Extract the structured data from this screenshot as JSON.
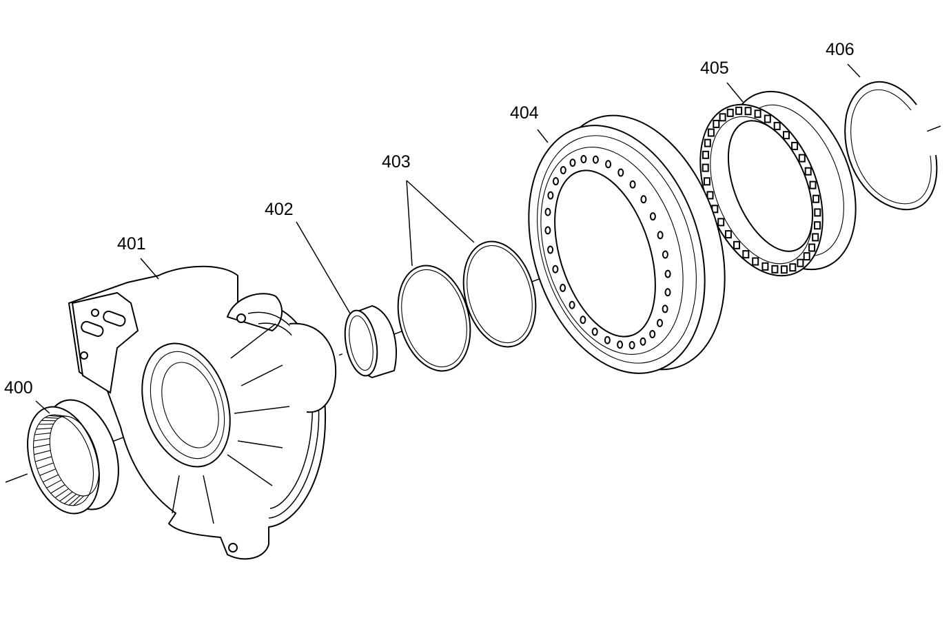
{
  "diagram": {
    "labels": {
      "p400": "400",
      "p401": "401",
      "p402": "402",
      "p403": "403",
      "p404": "404",
      "p405": "405",
      "p406": "406"
    }
  }
}
